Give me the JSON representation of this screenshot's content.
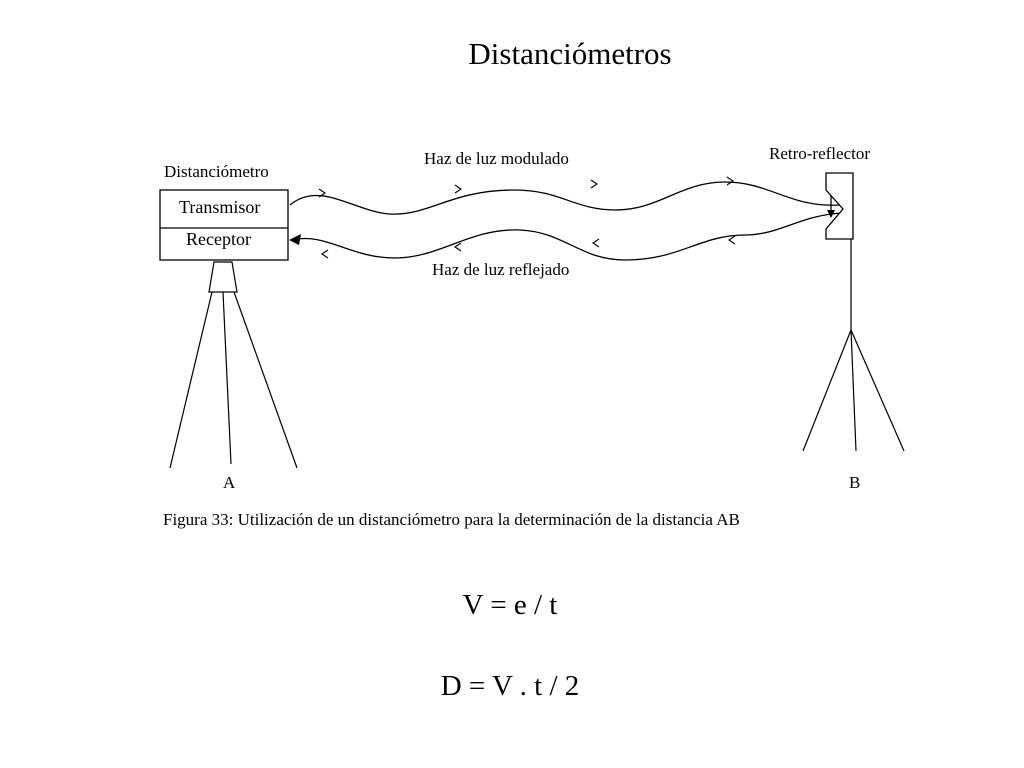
{
  "slide": {
    "title": "Distanciómetros"
  },
  "diagram": {
    "instrument_label": "Distanciómetro",
    "transmitter_label": "Transmisor",
    "receiver_label": "Receptor",
    "outgoing_beam_label": "Haz de luz modulado",
    "return_beam_label": "Haz de luz reflejado",
    "reflector_label": "Retro-reflector",
    "point_a_label": "A",
    "point_b_label": "B",
    "caption": "Figura 33: Utilización de un distanciómetro para la determinación de la distancia AB",
    "stroke_color": "#000000"
  },
  "formulas": {
    "speed": "V = e / t",
    "distance": "D = V . t / 2"
  }
}
